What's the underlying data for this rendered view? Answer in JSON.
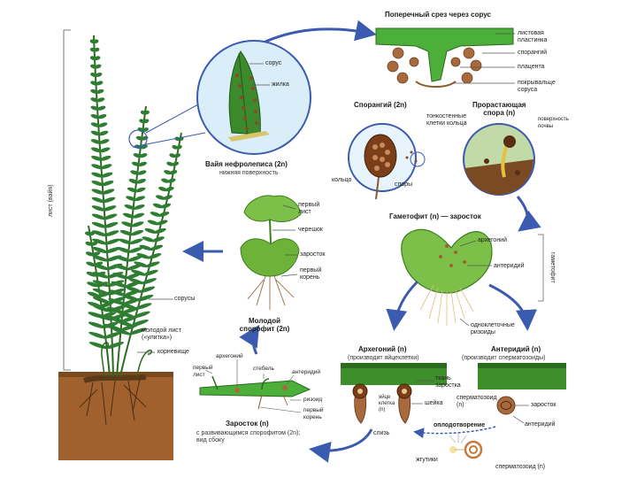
{
  "colors": {
    "fern_green": "#2e7d32",
    "leaf_light": "#5cb338",
    "soil": "#a0612f",
    "arrow_blue": "#3b5bb0",
    "sporangium": "#8a4b24",
    "sky_circle": "#cfe8f5"
  },
  "fern": {
    "leaf_label": "лист (вайя)",
    "sorus_label": "сорусы",
    "young_leaf_label": "молодой лист\n(«улитка»)",
    "rhizome_label": "корневище"
  },
  "leaf_zoom": {
    "sorus_label": "сорус",
    "vein_label": "жилка",
    "title": "Вайя нефролеписа (2n)",
    "subtitle": "нижняя поверхность"
  },
  "cross_section": {
    "title": "Поперечный срез через сорус",
    "labels": [
      "листовая\nпластинка",
      "спорангий",
      "плацента",
      "покрывальце\nсоруса"
    ]
  },
  "sporangium": {
    "title": "Спорангий (2n)",
    "wall_label": "тонкостенные\nклетки кольца",
    "ring_label": "кольцо",
    "spores_label": "споры"
  },
  "spore": {
    "title": "Прорастающая\nспора (n)",
    "surface_label": "поверхность\nпочвы"
  },
  "gametophyte": {
    "title": "Гаметофит (n) — заросток",
    "archegonium_label": "архегоний",
    "antheridium_label": "антеридий",
    "rhizoids_label": "одноклеточные\nризоиды",
    "side_label": "гаметофит"
  },
  "young_sporophyte": {
    "first_leaf_label": "первый\nлист",
    "petiole_label": "черешок",
    "prothallus_label": "заросток",
    "first_root_label": "первый\nкорень",
    "title": "Молодой\nспорофит (2n)"
  },
  "prothallus_side": {
    "labels": [
      "первый\nлист",
      "архегоний",
      "стебель",
      "антеридий",
      "ризоид",
      "первый\nкорень"
    ],
    "title": "Заросток (n)",
    "subtitle": "с развивающимся спорофитом (2n);\nвид сбоку"
  },
  "archegonium": {
    "title": "Архегоний (n)",
    "subtitle": "(производит яйцеклетки)",
    "tissue_label": "ткань\nзаростка",
    "egg_label": "яйце\nклетка\n(n)",
    "neck_label": "шейка",
    "mucus_label": "слизь",
    "flagella_label": "жгутики"
  },
  "antheridium": {
    "title": "Антеридий (n)",
    "subtitle": "(производит сперматозоиды)",
    "sperm_label": "сперматозоид (n)",
    "prothallus_label": "заросток",
    "antheridium_label": "антеридий",
    "fertilization_label": "оплодотворение",
    "sperm_bottom_label": "сперматозоид (n)"
  }
}
